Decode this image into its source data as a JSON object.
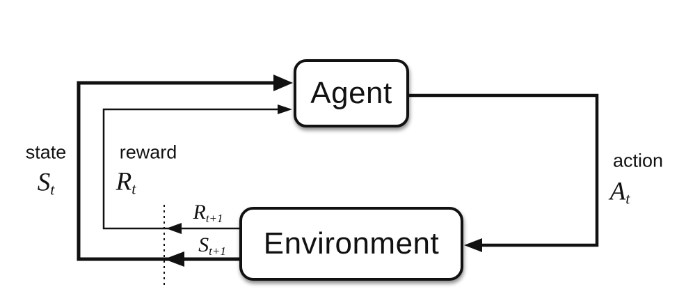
{
  "diagram": {
    "kind": "flow-diagram",
    "topic": "agent-environment interaction loop (reinforcement learning)",
    "nodes": {
      "agent": {
        "label": "Agent"
      },
      "environment": {
        "label": "Environment"
      }
    },
    "edges": {
      "state": {
        "word": "state",
        "symbol": "S",
        "subscript": "t"
      },
      "reward": {
        "word": "reward",
        "symbol": "R",
        "subscript": "t"
      },
      "action": {
        "word": "action",
        "symbol": "A",
        "subscript": "t"
      },
      "next_reward": {
        "symbol": "R",
        "subscript": "t+1"
      },
      "next_state": {
        "symbol": "S",
        "subscript": "t+1"
      }
    },
    "colors": {
      "ink": "#111111",
      "node_fill": "#ffffff",
      "background": "#ffffff"
    }
  }
}
